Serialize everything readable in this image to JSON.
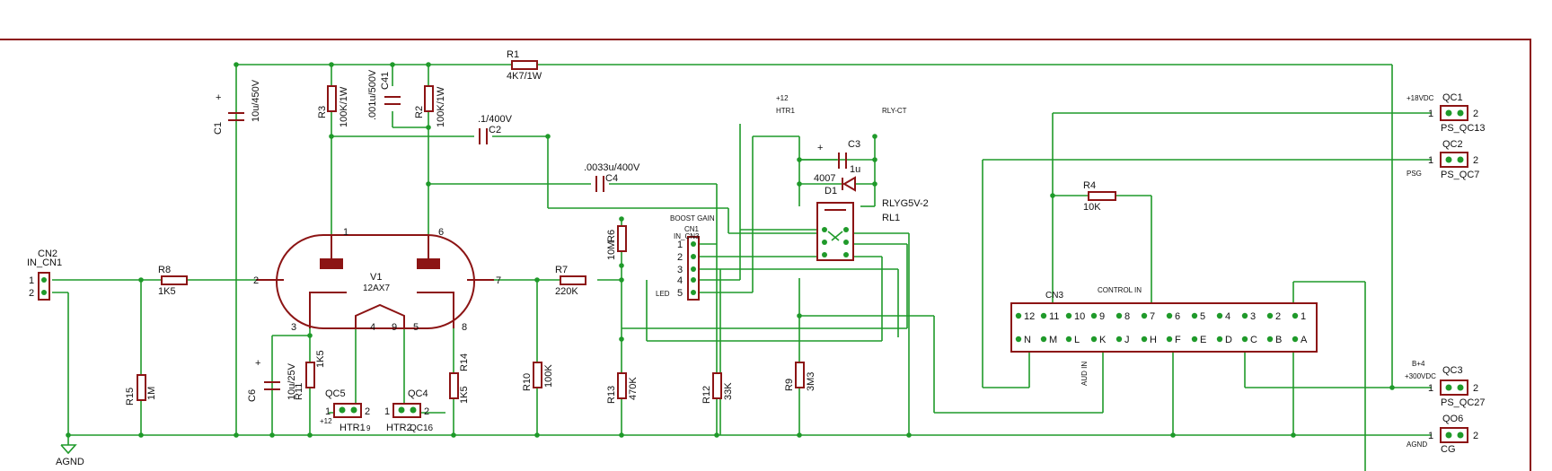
{
  "input": {
    "ref": "CN2",
    "label": "IN_CN1",
    "pin1": "1",
    "pin2": "2"
  },
  "ground_label": "AGND",
  "tube": {
    "ref": "V1",
    "value": "12AX7",
    "pins": [
      "1",
      "6",
      "2",
      "7",
      "3",
      "4",
      "9",
      "5",
      "8"
    ]
  },
  "caps": {
    "c1": {
      "ref": "C1",
      "value": "10u/450V",
      "plus": "+"
    },
    "c41": {
      "ref": "C41",
      "value": ".001u/500V"
    },
    "c2": {
      "ref": "C2",
      "value": ".1/400V"
    },
    "c4": {
      "ref": "C4",
      "value": ".0033u/400V"
    },
    "c3": {
      "ref": "C3",
      "value": "1u",
      "plus": "+"
    },
    "c6": {
      "ref": "C6",
      "value": "10u/25V",
      "plus": "+"
    }
  },
  "resistors": {
    "r1": {
      "ref": "R1",
      "value": "4K7/1W"
    },
    "r2": {
      "ref": "R2",
      "value": "100K/1W"
    },
    "r3": {
      "ref": "R3",
      "value": "100K/1W"
    },
    "r4": {
      "ref": "R4",
      "value": "10K"
    },
    "r6": {
      "ref": "R6",
      "value": "10M"
    },
    "r7": {
      "ref": "R7",
      "value": "220K"
    },
    "r8": {
      "ref": "R8",
      "value": "1K5"
    },
    "r9": {
      "ref": "R9",
      "value": "3M3"
    },
    "r10": {
      "ref": "R10",
      "value": "100K"
    },
    "r11": {
      "ref": "R11",
      "value": "1K5"
    },
    "r12": {
      "ref": "R12",
      "value": "33K"
    },
    "r13": {
      "ref": "R13",
      "value": "470K"
    },
    "r14": {
      "ref": "R14",
      "value": "1K5"
    },
    "r15": {
      "ref": "R15",
      "value": "1M"
    }
  },
  "diode": {
    "ref": "D1",
    "value": "4007"
  },
  "relay": {
    "ref": "RL1",
    "value": "RLYG5V-2",
    "net_top": "RLY-CT",
    "net_htr": "HTR1",
    "net_12": "+12"
  },
  "boost": {
    "title": "BOOST GAIN",
    "ref": "CN1",
    "label": "IN_CN3",
    "led": "LED",
    "pins": [
      "1",
      "2",
      "3",
      "4",
      "5"
    ]
  },
  "heaters": {
    "qc5": {
      "ref": "QC5",
      "label": "HTR1",
      "pin1": "1",
      "pin2": "2",
      "note": "+12",
      "suffix": "9"
    },
    "qc4": {
      "ref": "QC4",
      "label": "HTR2",
      "pin1": "1",
      "pin2": "2",
      "suffix": "QC16"
    }
  },
  "control": {
    "ref": "CN3",
    "title": "CONTROL IN",
    "aud": "AUD IN",
    "top_pins": [
      "12",
      "11",
      "10",
      "9",
      "8",
      "7",
      "6",
      "5",
      "4",
      "3",
      "2",
      "1"
    ],
    "bottom_pins": [
      "N",
      "M",
      "L",
      "K",
      "J",
      "H",
      "F",
      "E",
      "D",
      "C",
      "B",
      "A"
    ]
  },
  "connectors": [
    {
      "ref": "QC1",
      "net": "+18VDC",
      "name": "PS_QC13",
      "pin1": "1",
      "pin2": "2"
    },
    {
      "ref": "QC2",
      "net": "PSG",
      "name": "PS_QC7",
      "pin1": "1",
      "pin2": "2"
    },
    {
      "ref": "QC3",
      "net": "B+4",
      "net2": "+300VDC",
      "name": "PS_QC27",
      "pin1": "1",
      "pin2": "2"
    },
    {
      "ref": "QO6",
      "net": "AGND",
      "name": "CG",
      "pin1": "1",
      "pin2": "2"
    }
  ]
}
